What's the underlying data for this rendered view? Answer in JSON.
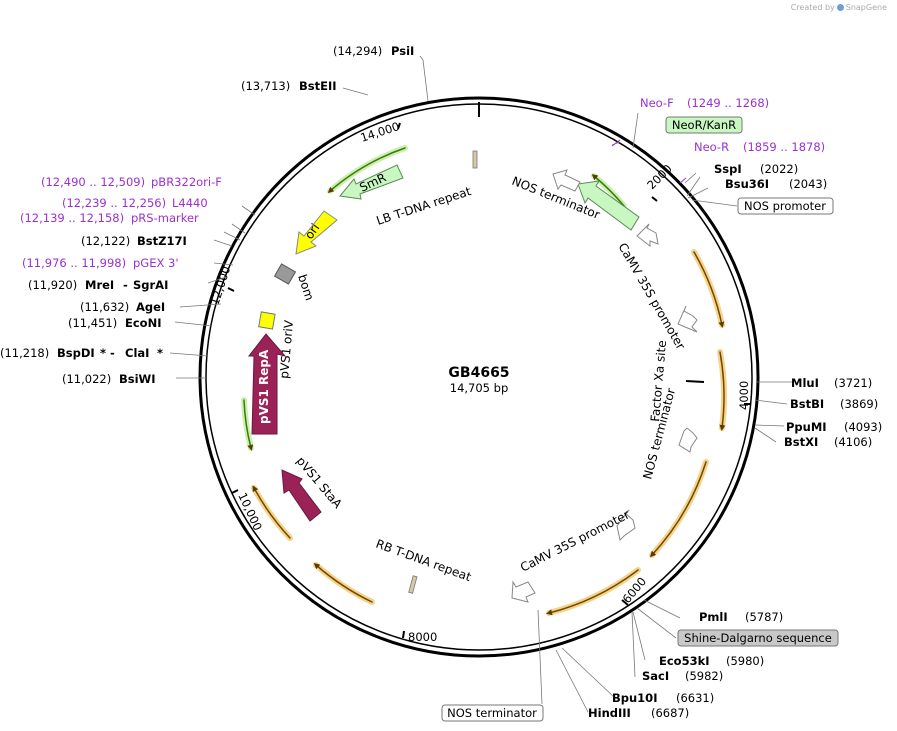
{
  "watermark": {
    "created_by": "Created by",
    "brand": "SnapGene"
  },
  "plasmid": {
    "name": "GB4665",
    "length": "14,705 bp"
  },
  "ticks": [
    "2000",
    "4000",
    "6000",
    "8000",
    "10,000",
    "12,000",
    "14,000"
  ],
  "enzymes": {
    "psiI": {
      "name": "PsiI",
      "pos": "(14,294)"
    },
    "bstEII": {
      "name": "BstEII",
      "pos": "(13,713)"
    },
    "bstZ17I": {
      "name": "BstZ17I",
      "pos": "(12,122)"
    },
    "mreI": {
      "name": "MreI",
      "name2": "SgrAI",
      "pos": "(11,920)"
    },
    "ageI": {
      "name": "AgeI",
      "pos": "(11,632)"
    },
    "ecoNI": {
      "name": "EcoNI",
      "pos": "(11,451)"
    },
    "bspDI": {
      "name": "BspDI",
      "name2": "ClaI",
      "pos": "(11,218)"
    },
    "bsiWI": {
      "name": "BsiWI",
      "pos": "(11,022)"
    },
    "sspI": {
      "name": "SspI",
      "pos": "(2022)"
    },
    "bsu36I": {
      "name": "Bsu36I",
      "pos": "(2043)"
    },
    "mluI": {
      "name": "MluI",
      "pos": "(3721)"
    },
    "bstBI": {
      "name": "BstBI",
      "pos": "(3869)"
    },
    "ppuMI": {
      "name": "PpuMI",
      "pos": "(4093)"
    },
    "bstXI": {
      "name": "BstXI",
      "pos": "(4106)"
    },
    "pmlI": {
      "name": "PmlI",
      "pos": "(5787)"
    },
    "eco53kI": {
      "name": "Eco53kI",
      "pos": "(5980)"
    },
    "sacI": {
      "name": "SacI",
      "pos": "(5982)"
    },
    "bpu10I": {
      "name": "Bpu10I",
      "pos": "(6631)"
    },
    "hindIII": {
      "name": "HindIII",
      "pos": "(6687)"
    }
  },
  "primers": {
    "neoF": {
      "name": "Neo-F",
      "range": "(1249 .. 1268)"
    },
    "neoR": {
      "name": "Neo-R",
      "range": "(1859 .. 1878)"
    },
    "pbr": {
      "name": "pBR322ori-F",
      "range": "(12,490 .. 12,509)"
    },
    "l4440": {
      "name": "L4440",
      "range": "(12,239 .. 12,256)"
    },
    "prs": {
      "name": "pRS-marker",
      "range": "(12,139 .. 12,158)"
    },
    "pgex": {
      "name": "pGEX 3'",
      "range": "(11,976 .. 11,998)"
    }
  },
  "boxed": {
    "neokan": "NeoR/KanR",
    "nosPromoter": "NOS promoter",
    "shine": "Shine-Dalgarno sequence",
    "nosTerm": "NOS terminator"
  },
  "features": {
    "lbRepeat": "LB T-DNA repeat",
    "rbRepeat": "RB T-DNA repeat",
    "nosTerm1": "NOS terminator",
    "nosTerm2": "NOS terminator",
    "camv1": "CaMV 35S promoter",
    "camv2": "CaMV 35S promoter",
    "factorXa": "Factor Xa site",
    "smr": "SmR",
    "ori": "ori",
    "bom": "bom",
    "oriV": "pVS1 oriV",
    "repA": "pVS1 RepA",
    "staA": "pVS1 StaA"
  },
  "colors": {
    "backbone": "#000000",
    "orange_orf": "#f5a623",
    "neo_green": "#c9f7c2",
    "ori_yellow": "#ffff00",
    "pvs1_maroon": "#9b2256",
    "primer": "#9b30d0",
    "bom_gray": "#999999"
  }
}
